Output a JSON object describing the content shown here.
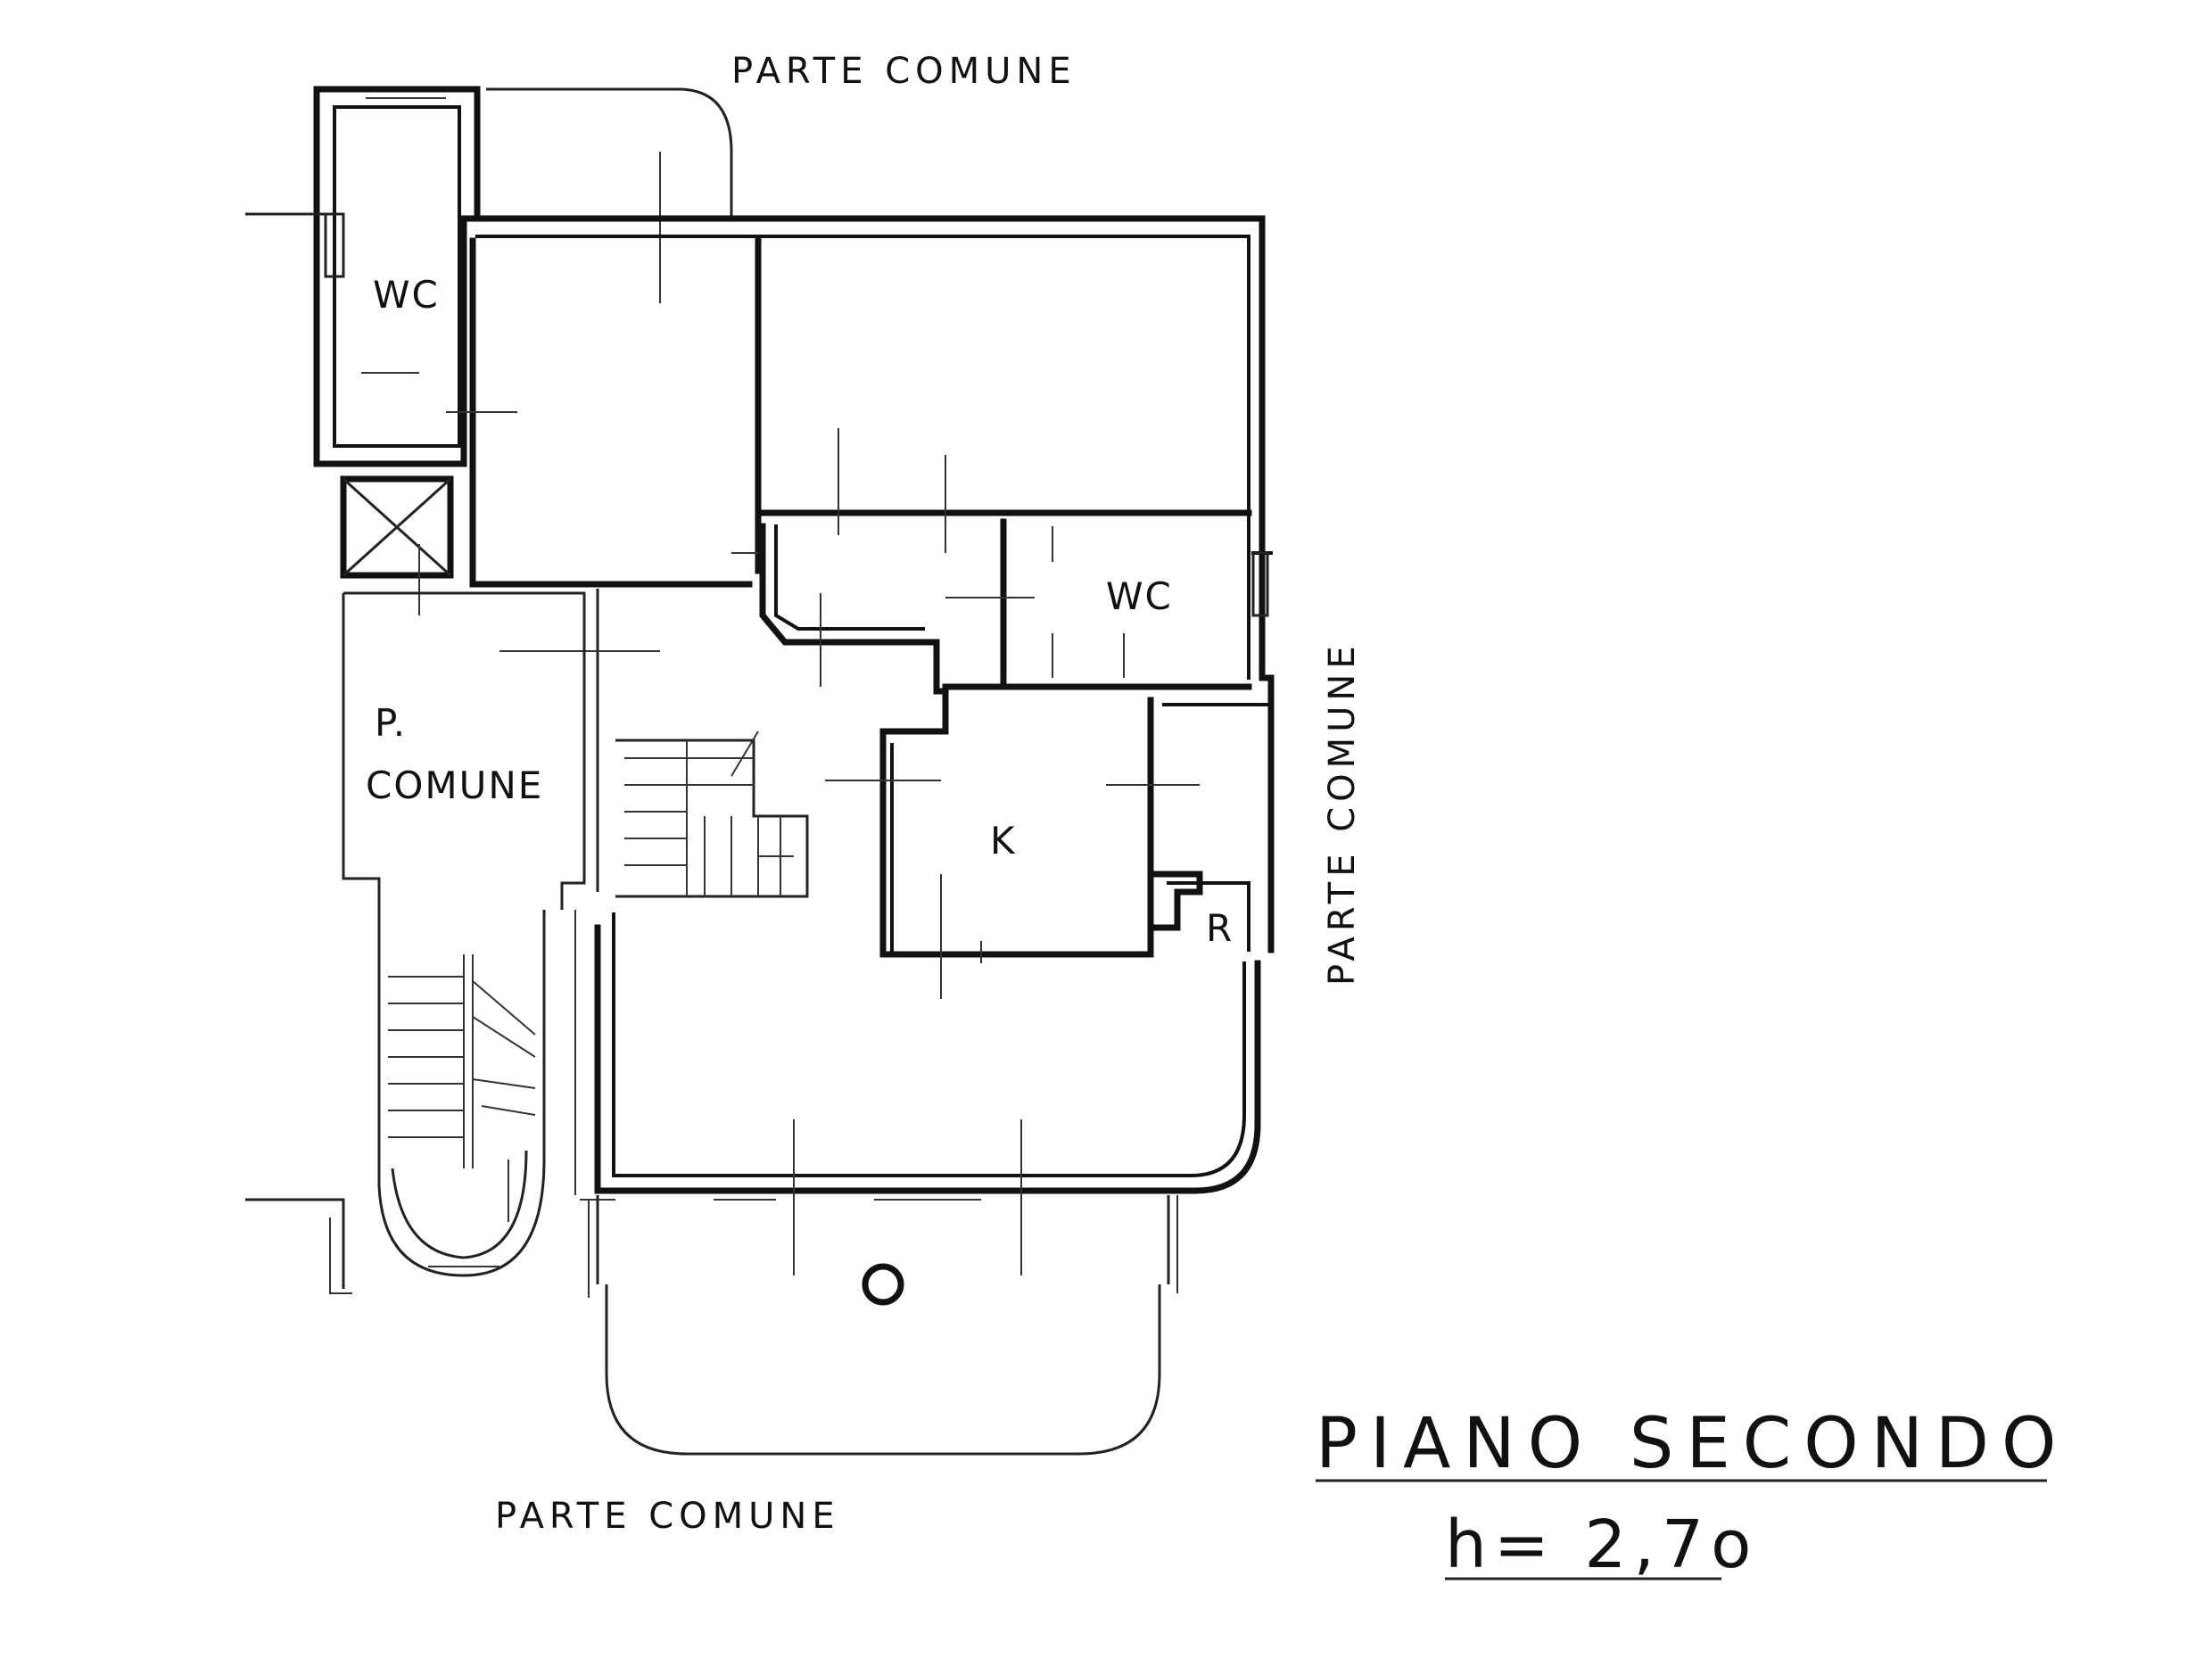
{
  "plan": {
    "labels": {
      "top": "PARTE COMUNE",
      "bottom": "PARTE COMUNE",
      "right": "PARTE COMUNE",
      "p_comune_line1": "P.",
      "p_comune_line2": "COMUNE"
    },
    "rooms": {
      "wc_top_left": "WC",
      "wc_middle": "WC",
      "kitchen": "K",
      "storage": "R"
    },
    "title": "PIANO SECONDO",
    "height": "h= 2,7o"
  }
}
